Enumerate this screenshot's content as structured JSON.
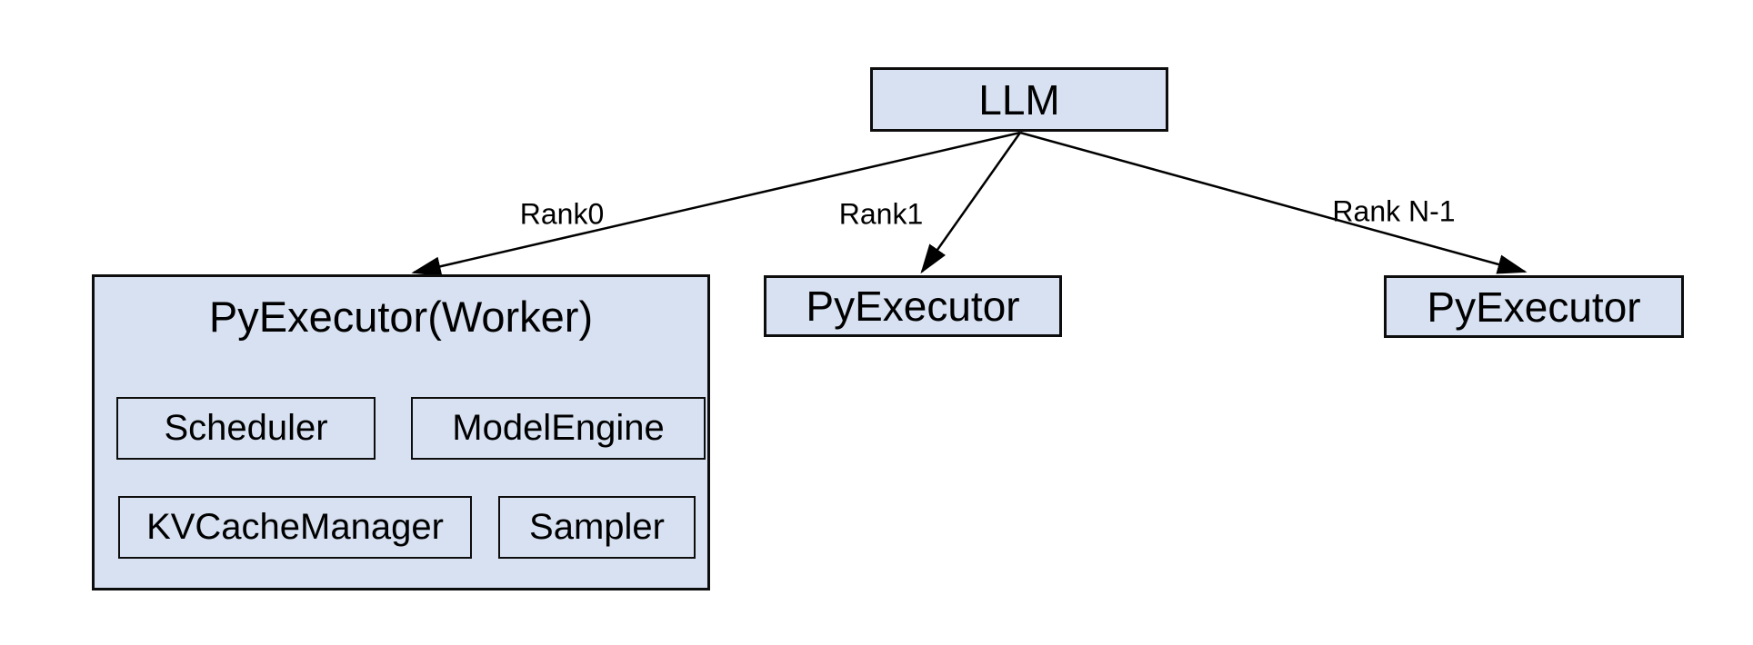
{
  "diagram": {
    "llm": {
      "label": "LLM"
    },
    "edges": [
      {
        "label": "Rank0"
      },
      {
        "label": "Rank1"
      },
      {
        "label": "Rank N-1"
      }
    ],
    "worker": {
      "title": "PyExecutor(Worker)",
      "components": [
        "Scheduler",
        "ModelEngine",
        "KVCacheManager",
        "Sampler"
      ]
    },
    "executors": [
      {
        "label": "PyExecutor"
      },
      {
        "label": "PyExecutor"
      }
    ],
    "colors": {
      "box_fill": "#d7e1f1",
      "box_border": "#0d0d0d",
      "line": "#000000",
      "text": "#000000",
      "background": "#ffffff"
    }
  }
}
